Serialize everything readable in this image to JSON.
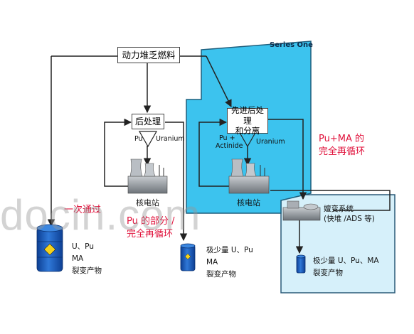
{
  "diagram": {
    "series_one_label": "Series One",
    "power_reactor_fuel": "动力堆乏燃料",
    "reprocessing": "后处理",
    "advanced_reprocessing_line1": "先进后处理",
    "advanced_reprocessing_line2": "和分离",
    "pu_label": "Pu",
    "uranium_label": "Uranium",
    "pu_plus_label": "Pu +",
    "actinide_label": "Actinide",
    "uranium_label_2": "Uranium",
    "npp_label_1": "核电站",
    "npp_label_2": "核电站",
    "transmutation_line1": "嬗变系统",
    "transmutation_line2": "(快堆 /ADS 等)",
    "once_through": "一次通过",
    "pu_ma_full_line1": "Pu+MA 的",
    "pu_ma_full_line2": "完全再循环",
    "pu_partial_line1": "Pu 的部分 /",
    "pu_partial_line2": "完全再循环",
    "waste1_line1": "U、Pu",
    "waste1_line2": "MA",
    "waste1_line3": "裂变产物",
    "waste2_line1": "极少量 U、Pu",
    "waste2_line2": "MA",
    "waste2_line3": "裂变产物",
    "waste3_line1": "极少量 U、Pu、MA",
    "waste3_line2": "裂变产物",
    "watermark": "docin.com"
  },
  "colors": {
    "cyan_panel": "#3cc3ee",
    "light_panel": "#d6f0fa",
    "red_text": "#e0103a",
    "drum_blue": "#1a55b8"
  }
}
